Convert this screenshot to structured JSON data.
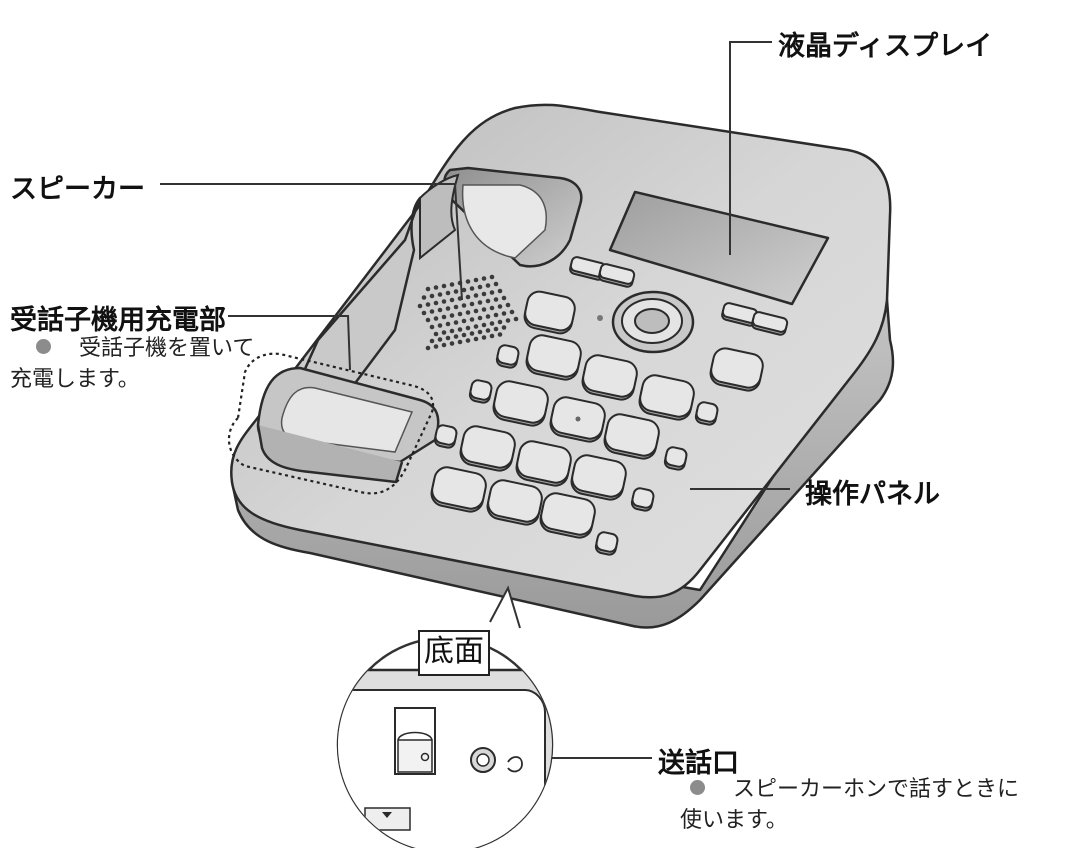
{
  "labels": {
    "display": "液晶ディスプレイ",
    "speaker": "スピーカー",
    "charger": "受話子機用充電部",
    "charger_desc_1": "受話子機を置いて",
    "charger_desc_2": "充電します。",
    "panel": "操作パネル",
    "bottom": "底面",
    "mic": "送話口",
    "mic_desc_1": "スピーカーホンで話すときに",
    "mic_desc_2": "使います。"
  },
  "colors": {
    "body": "#d4d4d4",
    "body_dark": "#a9a9a9",
    "key": "#e3e3e3",
    "display": "#c2c2c2",
    "outline": "#2b2b2b",
    "bullet": "#8c8c8c"
  }
}
